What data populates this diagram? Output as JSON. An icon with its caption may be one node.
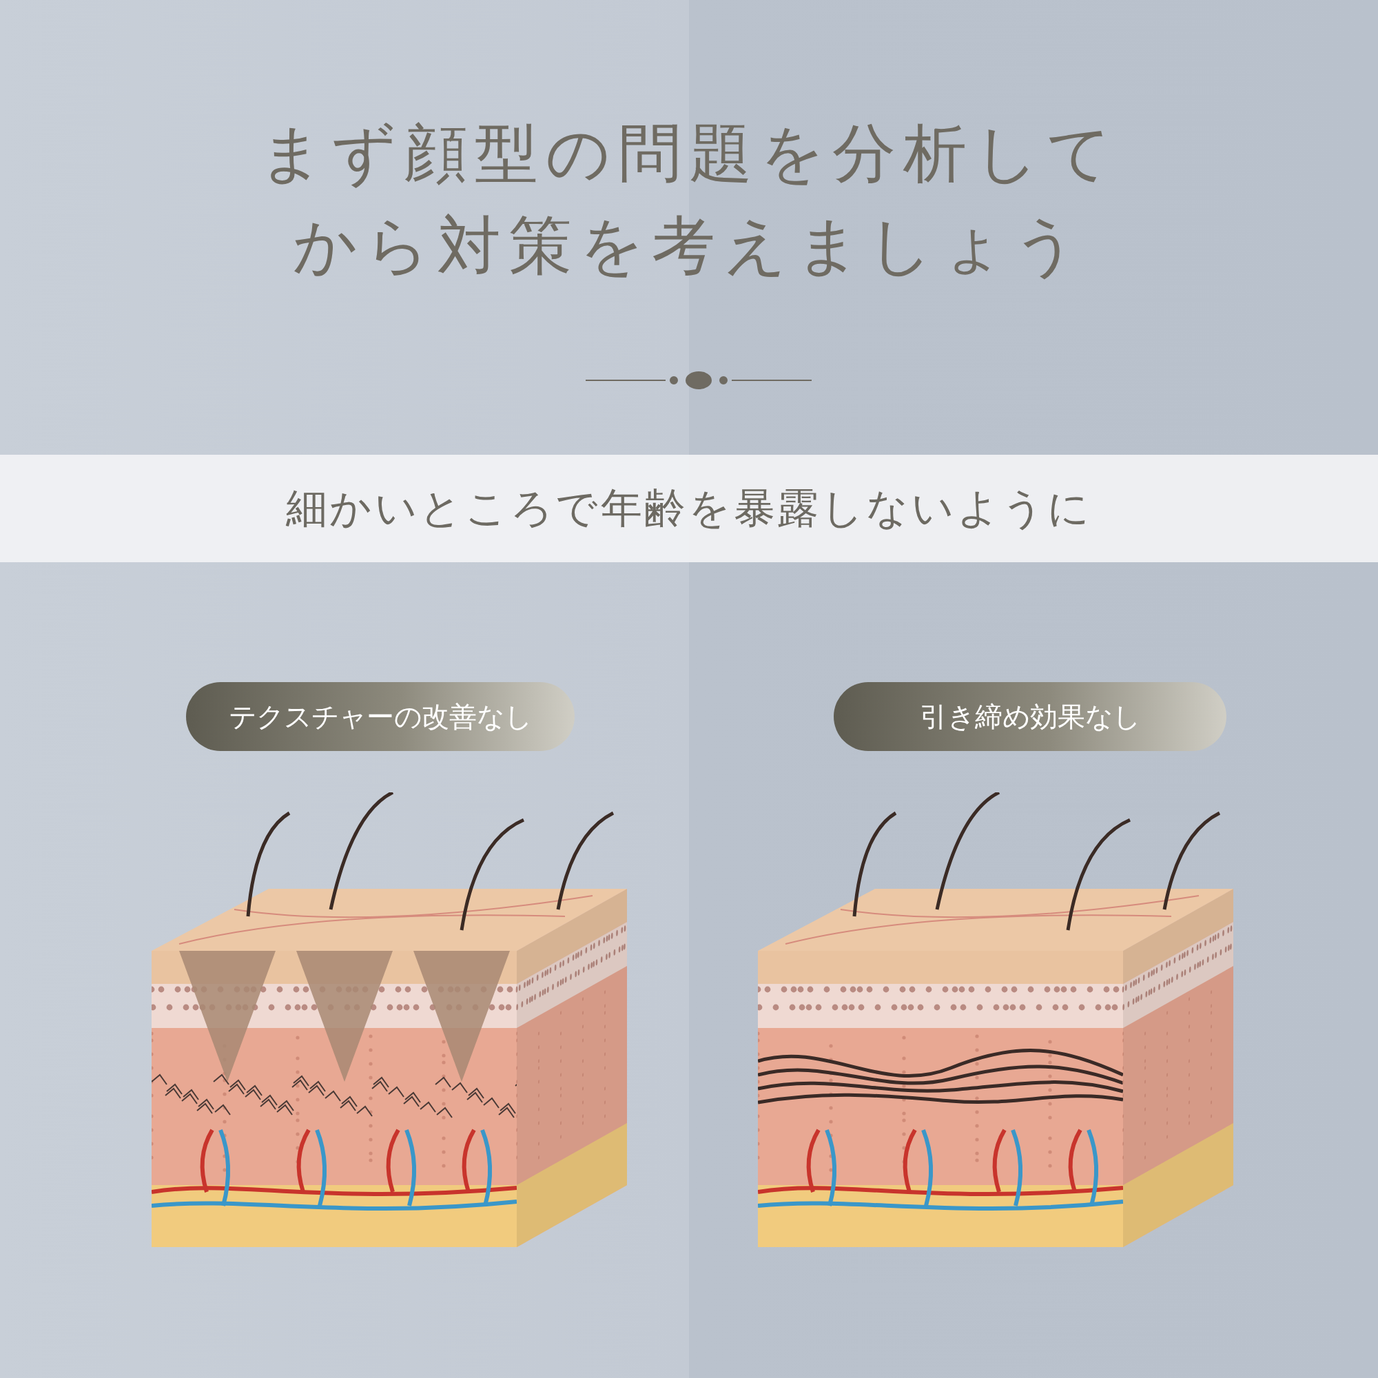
{
  "diagram": {
    "title": "まず顔型の問題を分析してから対策を考えましょう",
    "nodes": [
      {
        "text": [
          "テクスチャーの改善なし"
        ]
      },
      {
        "text": [
          "引き締め効果なし"
        ]
      }
    ],
    "labels": [
      "細かいところで年齢を暴露しないように"
    ]
  }
}
